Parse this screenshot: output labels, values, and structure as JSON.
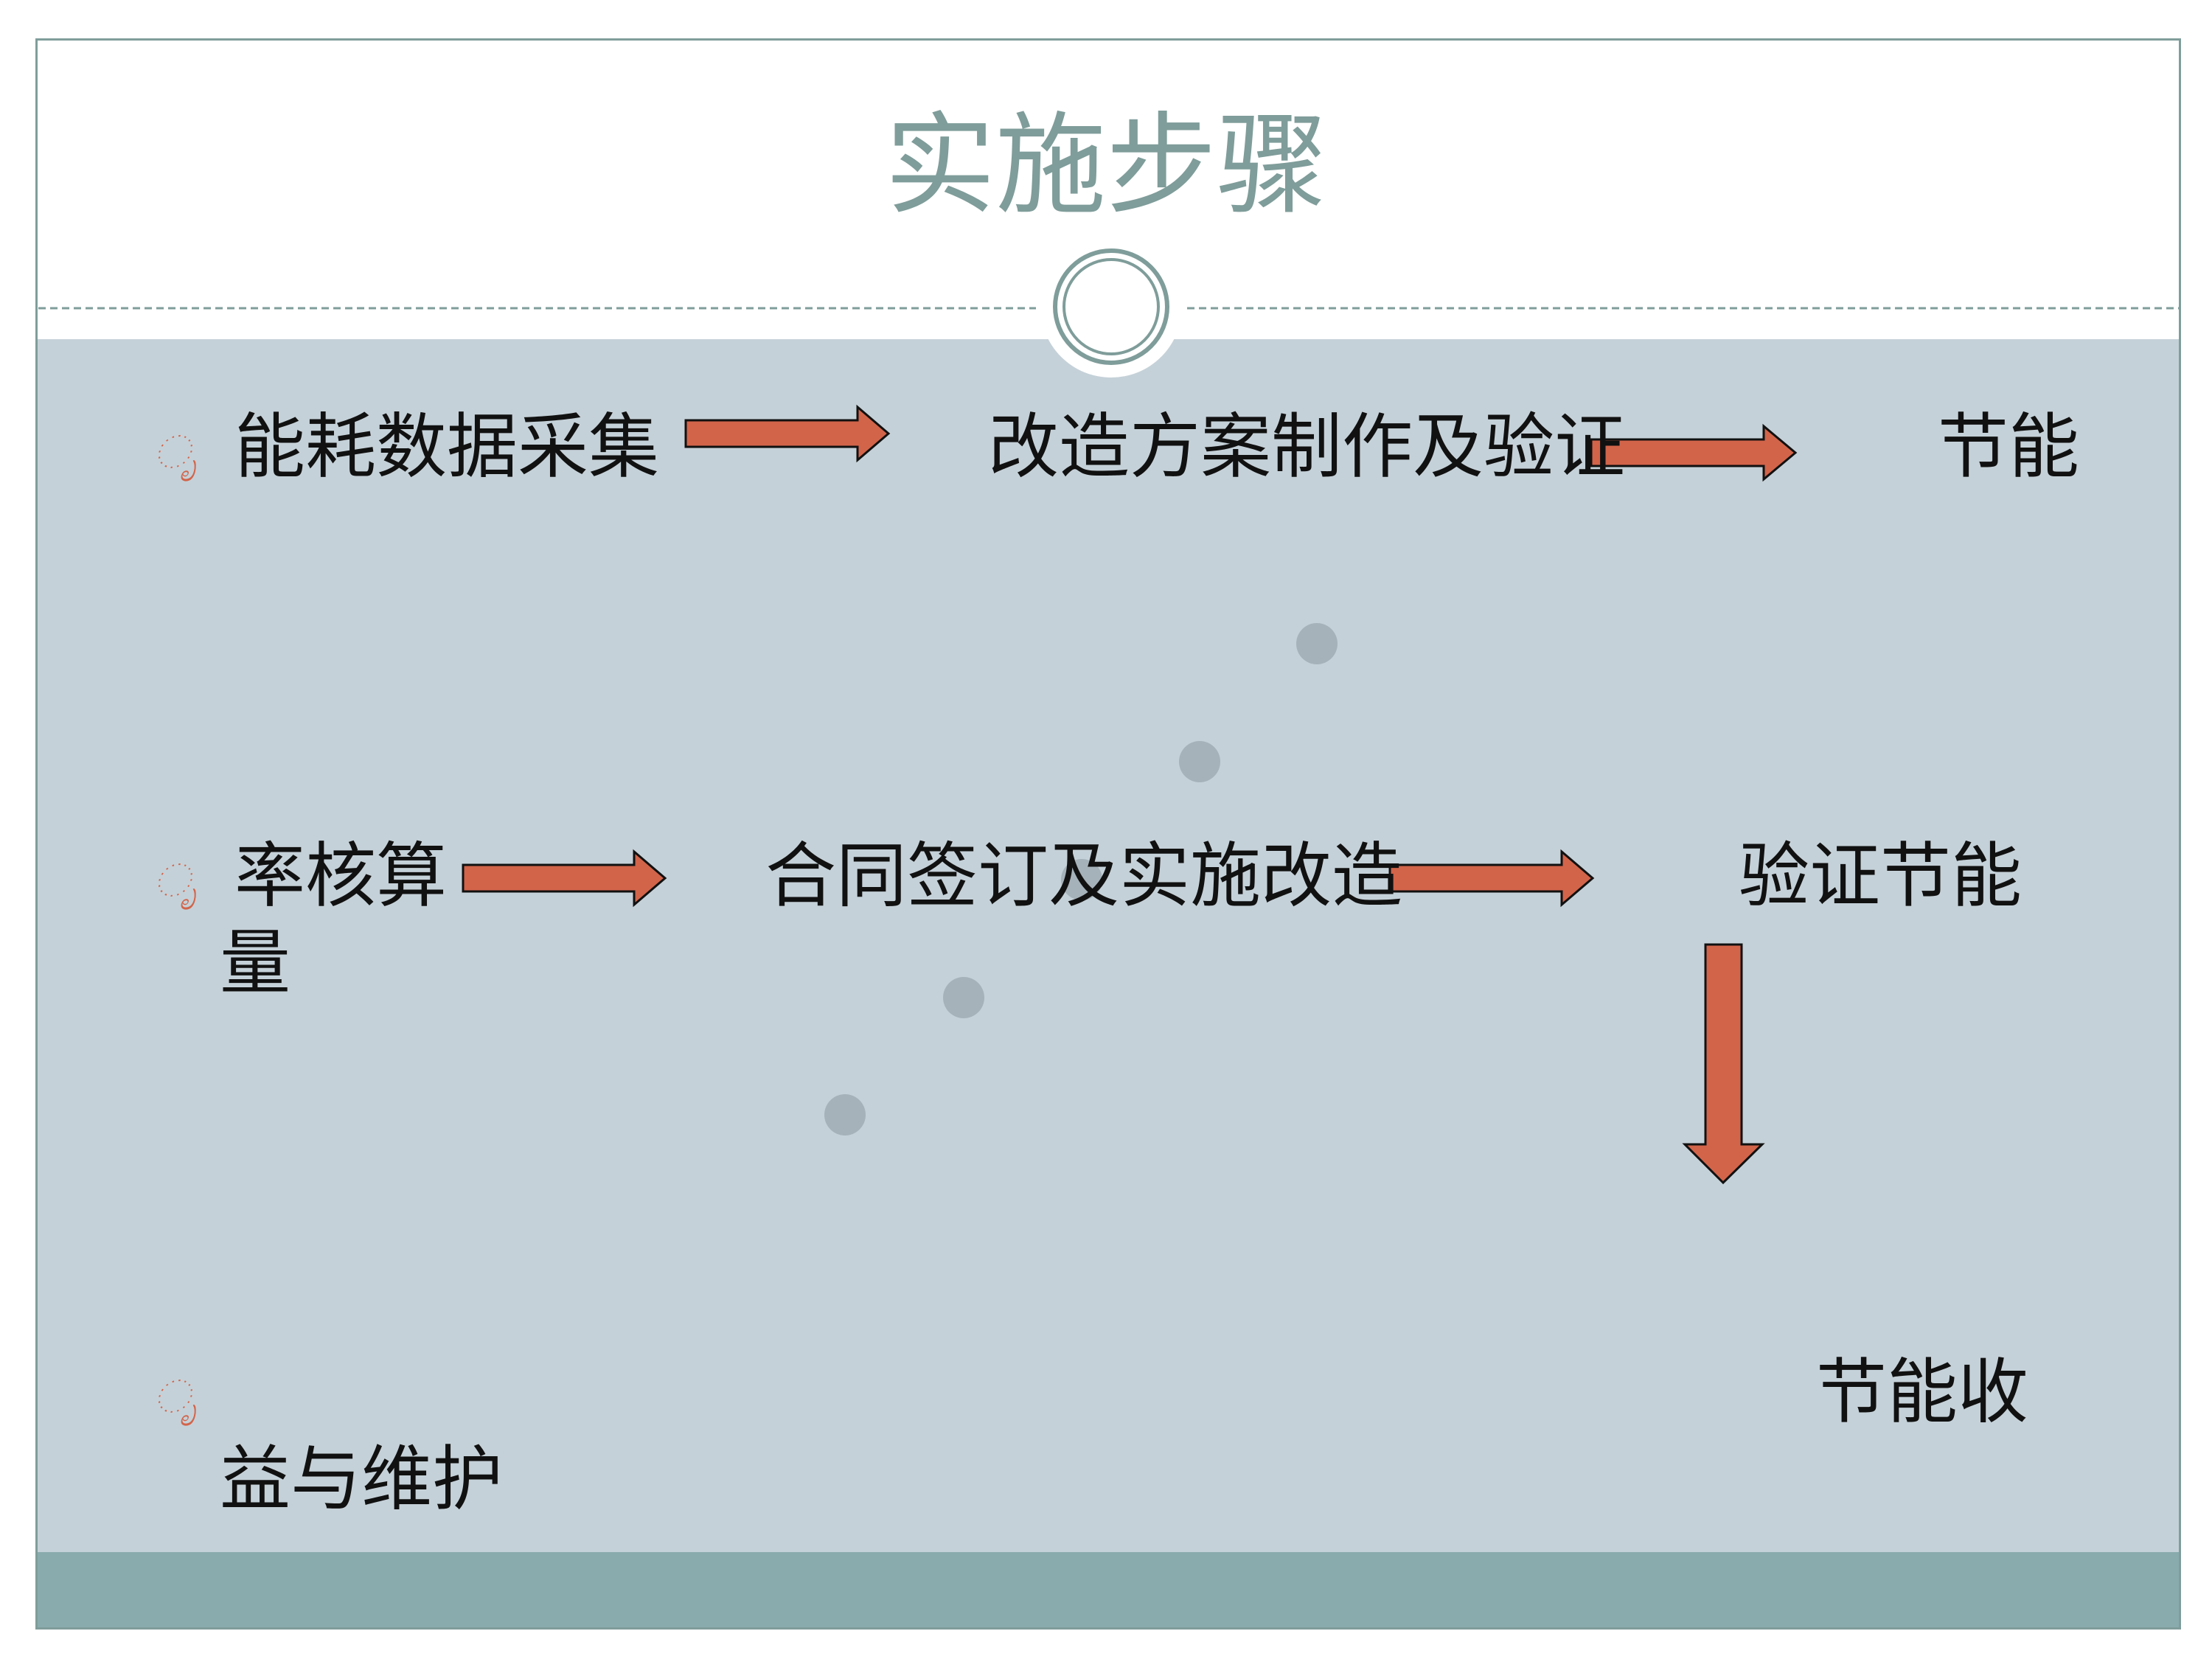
{
  "colors": {
    "title": "#7f9d9a",
    "content_bg": "#c5d1d8",
    "footer_bar": "#8aabae",
    "border": "#7f9d9a",
    "arrow_fill": "#d2644a",
    "bullet": "#d2644a",
    "dot": "#a6b2b9"
  },
  "slide": {
    "title": "实施步骤",
    "bullet_glyph": "ೃ"
  },
  "steps": {
    "row1": {
      "a": "能耗数据采集",
      "b": "改造方案制作及验证",
      "c": "节能"
    },
    "row2": {
      "a_line1": "率核算",
      "a_line2": "量",
      "b": "合同签订及实施改造",
      "c": "验证节能"
    },
    "row3": {
      "a": "益与维护",
      "c": "节能收"
    }
  },
  "icons": [
    "bullet-icon",
    "right-arrow-icon",
    "down-arrow-icon",
    "ring-icon"
  ]
}
